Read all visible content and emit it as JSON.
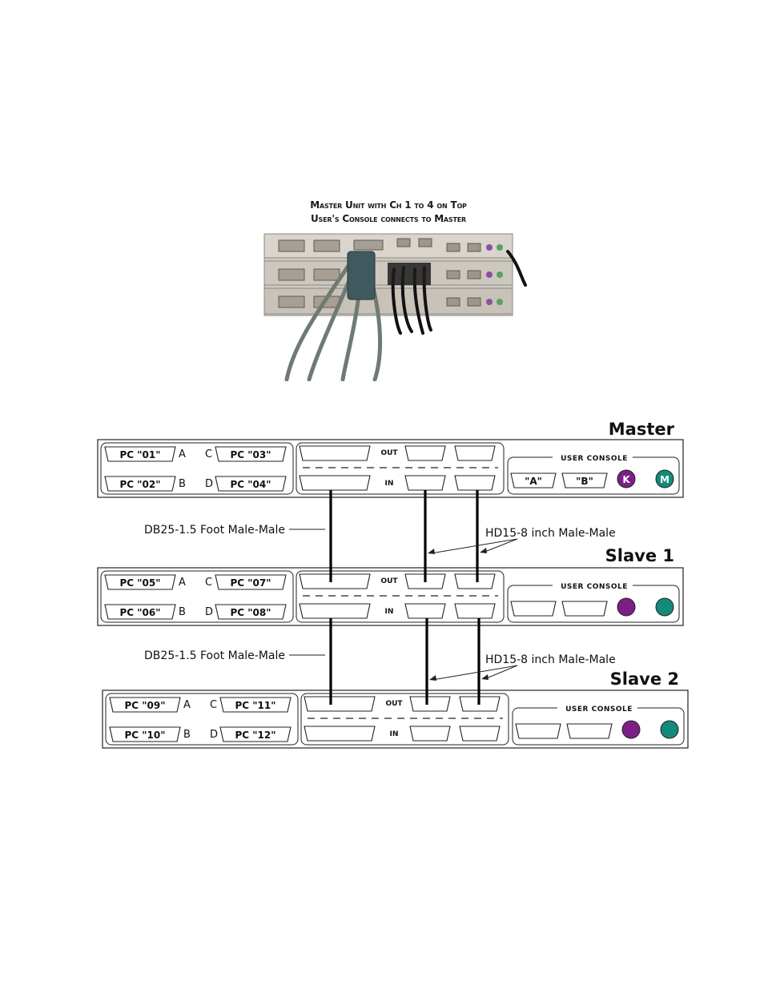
{
  "photo": {
    "caption_line1": "Master Unit with Ch 1 to 4 on Top",
    "caption_line2": "User's Console connects to Master"
  },
  "units": [
    {
      "title": "Master",
      "ports": [
        {
          "label": "PC \"01\"",
          "letter": "A"
        },
        {
          "label": "PC \"02\"",
          "letter": "B"
        },
        {
          "label": "PC \"03\"",
          "letter": "C"
        },
        {
          "label": "PC \"04\"",
          "letter": "D"
        }
      ],
      "out_label": "OUT",
      "in_label": "IN",
      "console_label": "USER CONSOLE",
      "console_a": "\"A\"",
      "console_b": "\"B\"",
      "kb": "K",
      "mouse": "M"
    },
    {
      "title": "Slave 1",
      "ports": [
        {
          "label": "PC \"05\"",
          "letter": "A"
        },
        {
          "label": "PC \"06\"",
          "letter": "B"
        },
        {
          "label": "PC \"07\"",
          "letter": "C"
        },
        {
          "label": "PC \"08\"",
          "letter": "D"
        }
      ],
      "out_label": "OUT",
      "in_label": "IN",
      "console_label": "USER CONSOLE"
    },
    {
      "title": "Slave 2",
      "ports": [
        {
          "label": "PC \"09\"",
          "letter": "A"
        },
        {
          "label": "PC \"10\"",
          "letter": "B"
        },
        {
          "label": "PC \"11\"",
          "letter": "C"
        },
        {
          "label": "PC \"12\"",
          "letter": "D"
        }
      ],
      "out_label": "OUT",
      "in_label": "IN",
      "console_label": "USER CONSOLE"
    }
  ],
  "cables": [
    {
      "db25": "DB25-1.5 Foot Male-Male",
      "hd15": "HD15-8 inch Male-Male"
    },
    {
      "db25": "DB25-1.5 Foot Male-Male",
      "hd15": "HD15-8 inch Male-Male"
    }
  ],
  "colors": {
    "kb": "#7b1f86",
    "mouse": "#138a7a"
  }
}
